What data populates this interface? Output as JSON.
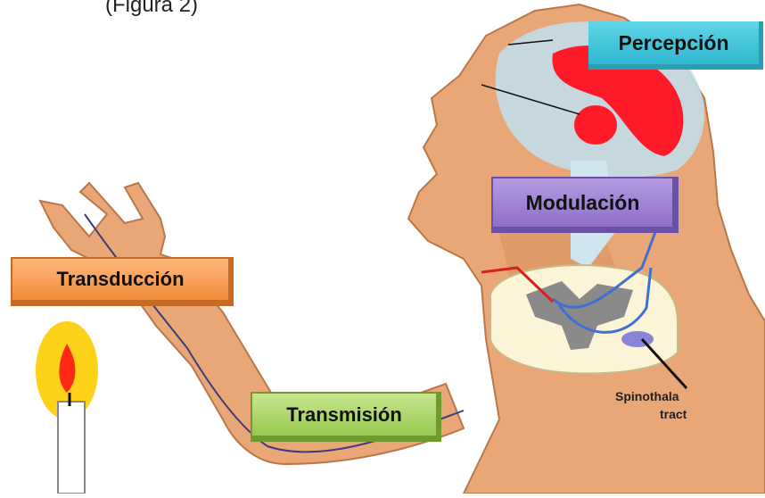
{
  "top_text": "(Figura 2)",
  "labels": {
    "percepcion": "Percepción",
    "modulacion": "Modulación",
    "transduccion": "Transducción",
    "transmision": "Transmisión"
  },
  "spinal_tract_label": {
    "line1": "Spinothala",
    "line2": "tract"
  },
  "colors": {
    "skin": "#e9a777",
    "brain_red": "#ff1a2a",
    "percepcion_box": "#3cc4d9",
    "modulacion_box": "#9a7fd2",
    "transduccion_box": "#f5a05a",
    "transmision_box": "#a9d765",
    "nerve": "#3c3c7a"
  }
}
